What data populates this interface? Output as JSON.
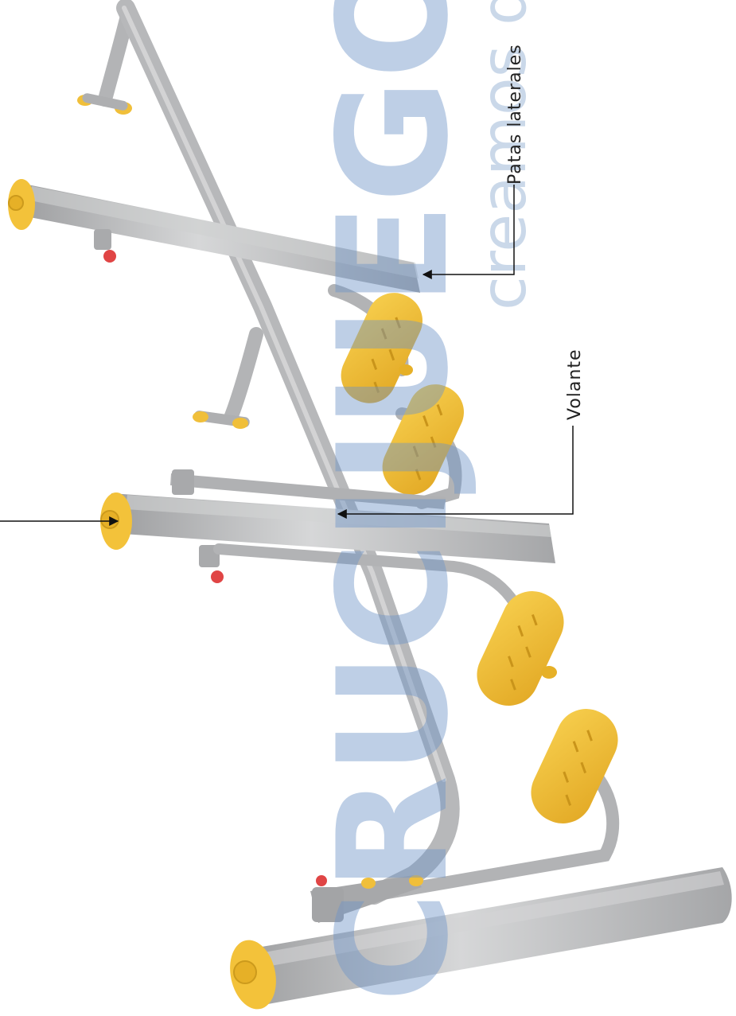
{
  "diagram": {
    "labels": {
      "side_legs": "Patas laterales",
      "wheel": "Volante"
    }
  },
  "watermark": {
    "brand": "CRUCIJUEGOS",
    "tagline": "creamos di",
    "color": "#8aa9cf"
  },
  "colors": {
    "metal": "#b9babb",
    "metal_dark": "#9a9b9d",
    "metal_light": "#d7d8d9",
    "rubber": "#f3c23a",
    "rubber_dark": "#d9a21f",
    "bolt": "#e04545",
    "line": "#111111"
  }
}
